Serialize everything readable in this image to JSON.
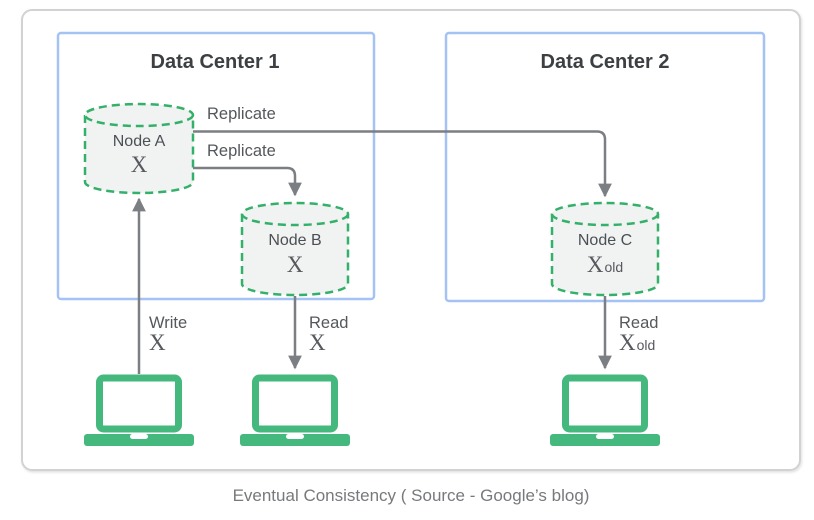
{
  "diagram": {
    "data_centers": [
      {
        "title": "Data Center 1"
      },
      {
        "title": "Data Center 2"
      }
    ],
    "nodes": [
      {
        "label": "Node A",
        "value": "X",
        "value_suffix": ""
      },
      {
        "label": "Node B",
        "value": "X",
        "value_suffix": ""
      },
      {
        "label": "Node C",
        "value": "X",
        "value_suffix": "old"
      }
    ],
    "edges": {
      "replicate_a_to_c": {
        "label": "Replicate"
      },
      "replicate_a_to_b": {
        "label": "Replicate"
      },
      "write_to_a": {
        "label": "Write",
        "value": "X",
        "value_suffix": ""
      },
      "read_from_b": {
        "label": "Read",
        "value": "X",
        "value_suffix": ""
      },
      "read_from_c": {
        "label": "Read",
        "value": "X",
        "value_suffix": "old"
      }
    },
    "clients": [
      {
        "icon": "laptop-icon"
      },
      {
        "icon": "laptop-icon"
      },
      {
        "icon": "laptop-icon"
      }
    ],
    "caption": "Eventual Consistency ( Source - Google’s blog)",
    "colors": {
      "node_border_green": "#33b069",
      "node_fill_gray": "#f1f2f2",
      "laptop_green": "#45b87e",
      "data_center_border_blue": "#a4c2f4",
      "arrow_gray": "#7b7e82",
      "card_border_gray": "#d2d2d2",
      "title_text": "#3c4043",
      "label_text": "#54585c",
      "caption_text": "#77797c"
    }
  }
}
